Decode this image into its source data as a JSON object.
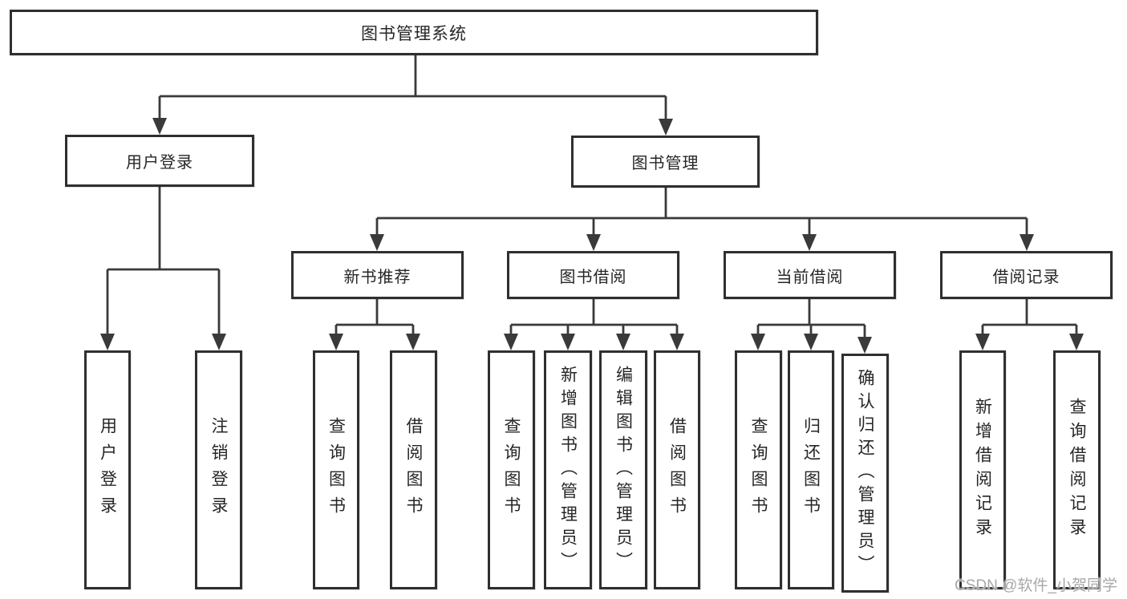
{
  "colors": {
    "line": "#3a3a3a",
    "border": "#2f2f2f",
    "text": "#262626",
    "background": "#ffffff",
    "watermark": "#a8a8a8"
  },
  "watermark": {
    "text": "CSDN @软件_小贺同学"
  },
  "tree": {
    "label": "图书管理系统",
    "children": [
      {
        "label": "用户登录",
        "children": [
          {
            "label": "用户登录"
          },
          {
            "label": "注销登录"
          }
        ]
      },
      {
        "label": "图书管理",
        "children": [
          {
            "label": "新书推荐",
            "children": [
              {
                "label": "查询图书"
              },
              {
                "label": "借阅图书"
              }
            ]
          },
          {
            "label": "图书借阅",
            "children": [
              {
                "label": "查询图书"
              },
              {
                "label": "新增图书（管理员）"
              },
              {
                "label": "编辑图书（管理员）"
              },
              {
                "label": "借阅图书"
              }
            ]
          },
          {
            "label": "当前借阅",
            "children": [
              {
                "label": "查询图书"
              },
              {
                "label": "归还图书"
              },
              {
                "label": "确认归还（管理员）"
              }
            ]
          },
          {
            "label": "借阅记录",
            "children": [
              {
                "label": "新增借阅记录"
              },
              {
                "label": "查询借阅记录"
              }
            ]
          }
        ]
      }
    ]
  }
}
